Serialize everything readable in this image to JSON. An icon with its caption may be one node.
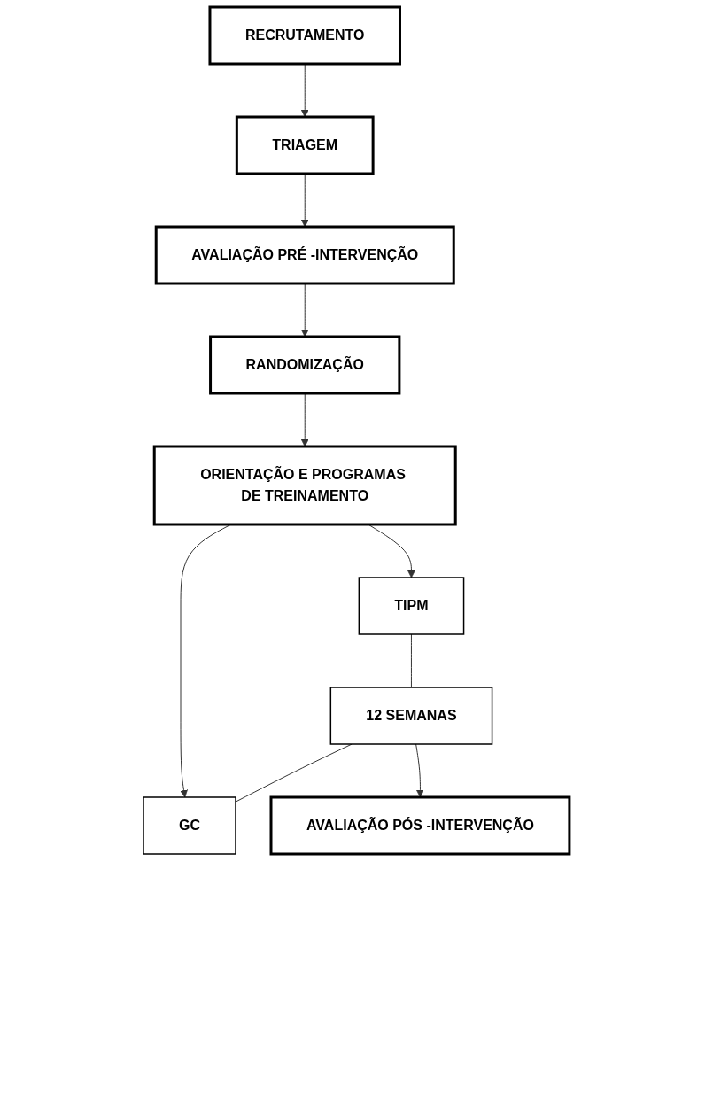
{
  "diagram": {
    "nodes": [
      {
        "text": [
          "RECRUTAMENTO"
        ]
      },
      {
        "text": [
          "TRIAGEM"
        ]
      },
      {
        "text": [
          "AVALIAÇÃO PRÉ -INTERVENÇÃO"
        ]
      },
      {
        "text": [
          "RANDOMIZAÇÃO"
        ]
      },
      {
        "text": [
          "ORIENTAÇÃO E PROGRAMAS DE TREINAMENTO"
        ]
      },
      {
        "text": [
          "TIPM"
        ]
      },
      {
        "text": [
          "12 SEMANAS"
        ]
      },
      {
        "text": [
          "GC"
        ]
      },
      {
        "text": [
          "AVALIAÇÃO PÓS -INTERVENÇÃO"
        ]
      }
    ],
    "edges": [
      {
        "from": 0,
        "to": 1,
        "arrow": "to"
      },
      {
        "from": 1,
        "to": 2,
        "arrow": "to"
      },
      {
        "from": 2,
        "to": 3,
        "arrow": "to"
      },
      {
        "from": 3,
        "to": 4,
        "arrow": "to"
      },
      {
        "from": 4,
        "to": 5,
        "arrow": "to"
      },
      {
        "from": 4,
        "to": 7,
        "arrow": "to"
      },
      {
        "from": 5,
        "to": 6,
        "arrow": "none"
      },
      {
        "from": 6,
        "to": 7,
        "arrow": "none"
      },
      {
        "from": 6,
        "to": 8,
        "arrow": "to"
      }
    ]
  }
}
